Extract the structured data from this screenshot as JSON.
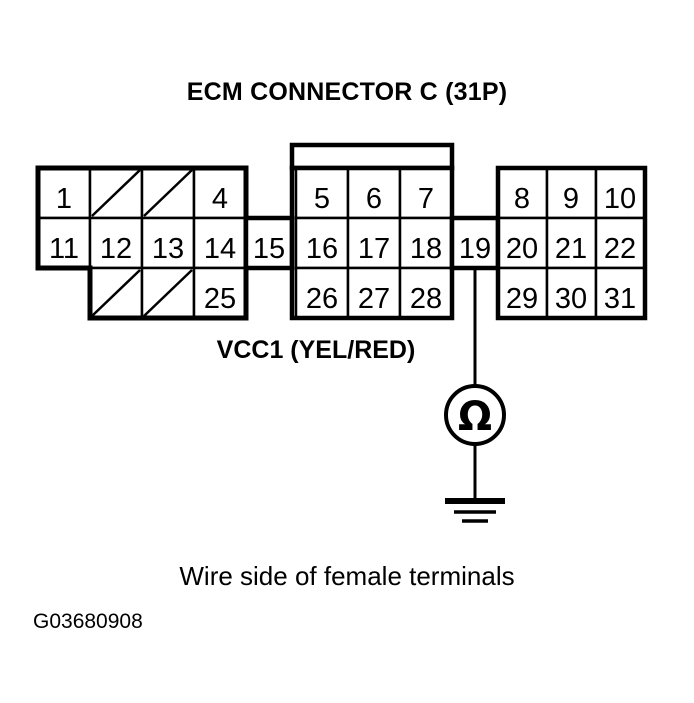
{
  "title": "ECM CONNECTOR C (31P)",
  "wire_label": "VCC1 (YEL/RED)",
  "caption": "Wire side of female terminals",
  "figure_id": "G03680908",
  "meter": {
    "symbol": "Ω",
    "type": "ohmmeter",
    "probe_pin": "19",
    "connected_to": "ground"
  },
  "colors": {
    "ink": "#000000",
    "background": "#ffffff"
  },
  "connector": {
    "name": "ECM CONNECTOR C",
    "pin_count": "31P",
    "rows": 3,
    "blank_cell_marker": "diagonal",
    "sections": [
      {
        "name": "left-section",
        "row1": [
          "1",
          "",
          "",
          "4"
        ],
        "row2": [
          "11",
          "12",
          "13",
          "14"
        ],
        "row3": [
          "",
          "",
          "",
          "25"
        ]
      },
      {
        "name": "pin-15-section",
        "row1": [],
        "row2": [
          "15"
        ],
        "row3": []
      },
      {
        "name": "middle-section",
        "row1": [
          "5",
          "6",
          "7"
        ],
        "row2": [
          "16",
          "17",
          "18"
        ],
        "row3": [
          "26",
          "27",
          "28"
        ]
      },
      {
        "name": "pin-19-section",
        "row1": [],
        "row2": [
          "19"
        ],
        "row3": []
      },
      {
        "name": "right-section",
        "row1": [
          "8",
          "9",
          "10"
        ],
        "row2": [
          "20",
          "21",
          "22"
        ],
        "row3": [
          "29",
          "30",
          "31"
        ]
      }
    ],
    "all_pins": [
      "1",
      "4",
      "5",
      "6",
      "7",
      "8",
      "9",
      "10",
      "11",
      "12",
      "13",
      "14",
      "15",
      "16",
      "17",
      "18",
      "19",
      "20",
      "21",
      "22",
      "25",
      "26",
      "27",
      "28",
      "29",
      "30",
      "31"
    ]
  }
}
